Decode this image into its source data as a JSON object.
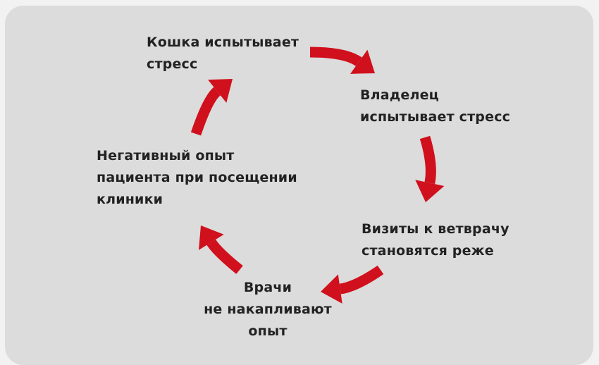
{
  "diagram": {
    "type": "cycle",
    "colors": {
      "arrow": "#d0101c",
      "panel": "#dcdcdc",
      "text": "#222222",
      "background": "#f2f2f2"
    },
    "nodes": [
      {
        "id": "cat-stress",
        "lines": [
          "Кошка испытывает",
          "стресс"
        ]
      },
      {
        "id": "owner-stress",
        "lines": [
          "Владелец",
          "испытывает стресс"
        ]
      },
      {
        "id": "fewer-visits",
        "lines": [
          "Визиты к ветврачу",
          "становятся реже"
        ]
      },
      {
        "id": "no-experience",
        "lines": [
          "Врачи",
          "не накапливают",
          "опыт"
        ]
      },
      {
        "id": "negative-experience",
        "lines": [
          "Негативный опыт",
          "пациента при посещении",
          "клиники"
        ]
      }
    ],
    "edges": [
      {
        "from": "cat-stress",
        "to": "owner-stress"
      },
      {
        "from": "owner-stress",
        "to": "fewer-visits"
      },
      {
        "from": "fewer-visits",
        "to": "no-experience"
      },
      {
        "from": "no-experience",
        "to": "negative-experience"
      },
      {
        "from": "negative-experience",
        "to": "cat-stress"
      }
    ]
  }
}
